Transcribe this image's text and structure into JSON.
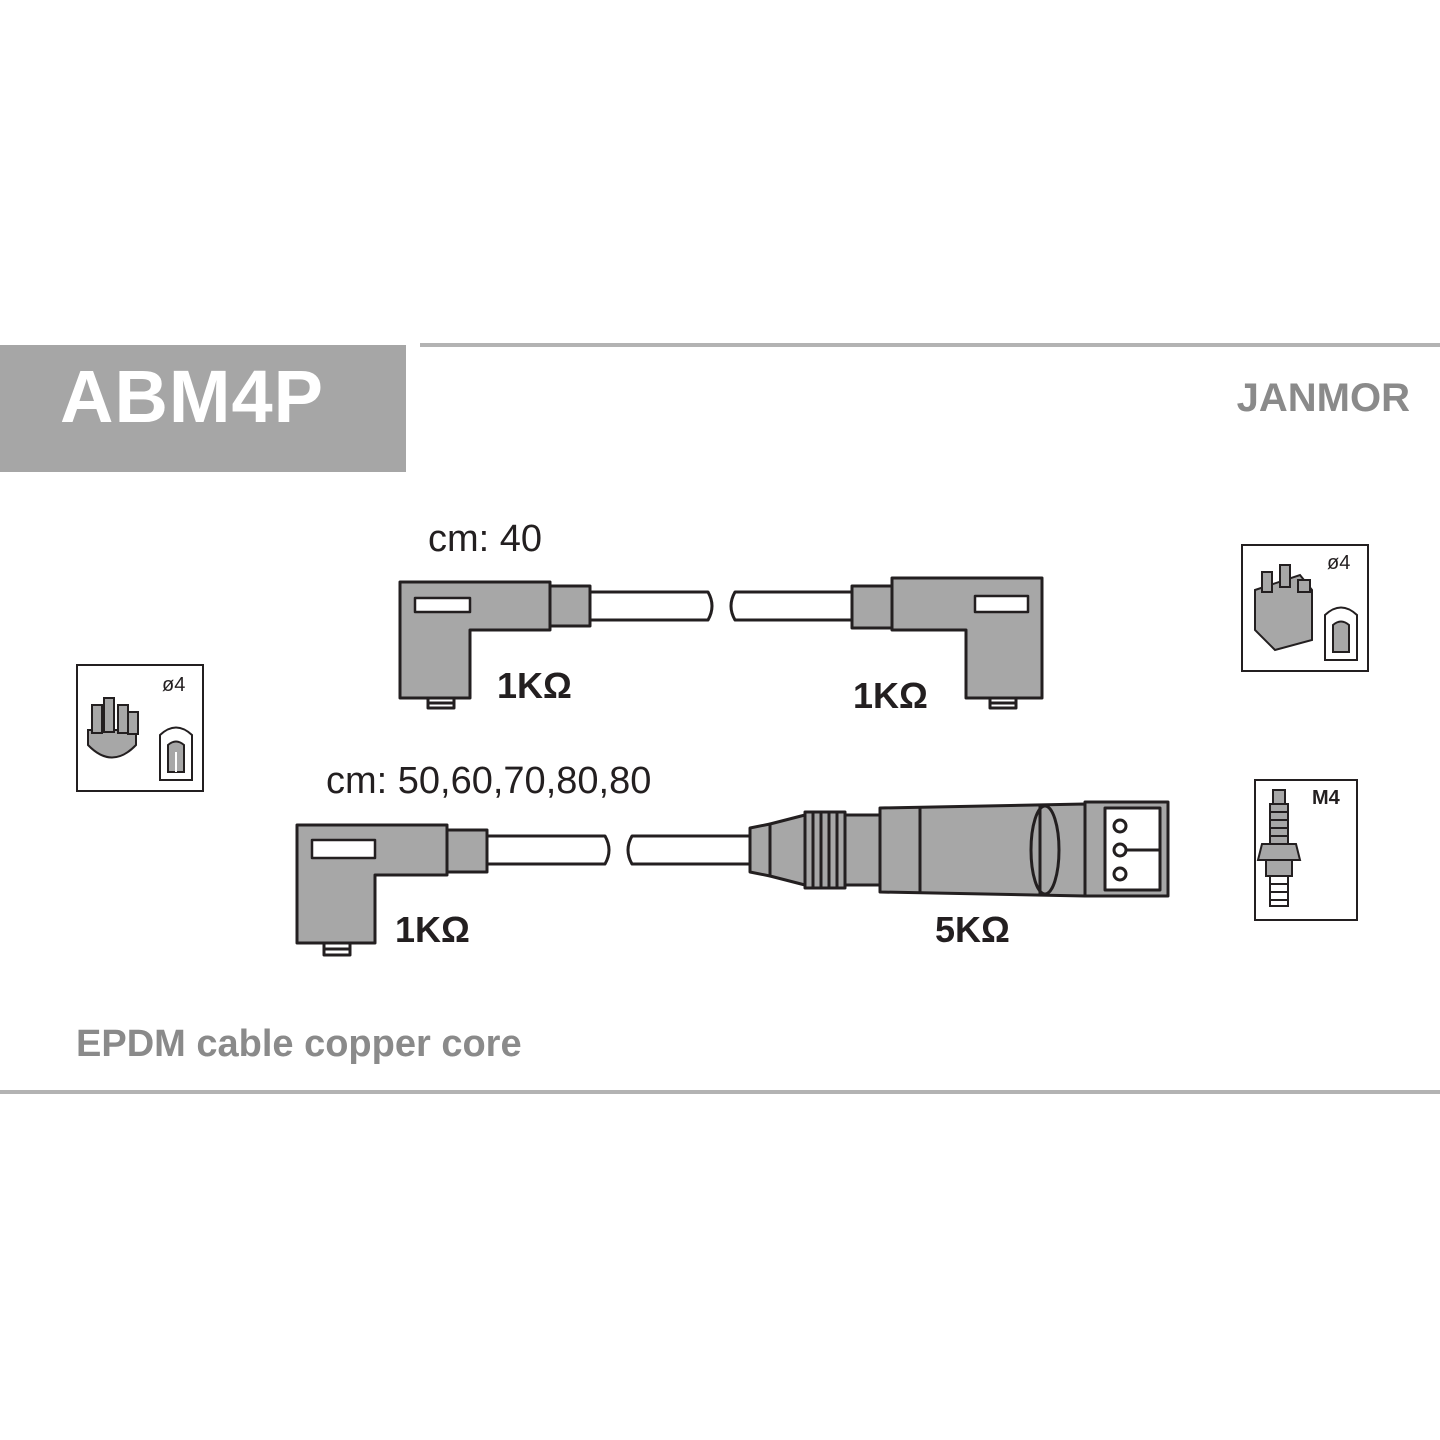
{
  "header": {
    "part_number": "ABM4P",
    "brand": "JANMOR"
  },
  "cables": {
    "top": {
      "length_label": "cm: 40",
      "left_resistance": "1KΩ",
      "right_resistance": "1KΩ"
    },
    "bottom": {
      "length_label": "cm: 50,60,70,80,80",
      "left_resistance": "1KΩ",
      "right_resistance": "5KΩ"
    }
  },
  "icons": {
    "distributor_left": {
      "label": "ø4"
    },
    "distributor_right": {
      "label": "ø4"
    },
    "spark_plug": {
      "label": "M4"
    }
  },
  "footer": {
    "material": "EPDM cable copper core"
  },
  "colors": {
    "boot_fill": "#a7a7a7",
    "title_box": "#a6a6a6",
    "outline": "#231f20",
    "muted_text": "#8a8a8a"
  }
}
